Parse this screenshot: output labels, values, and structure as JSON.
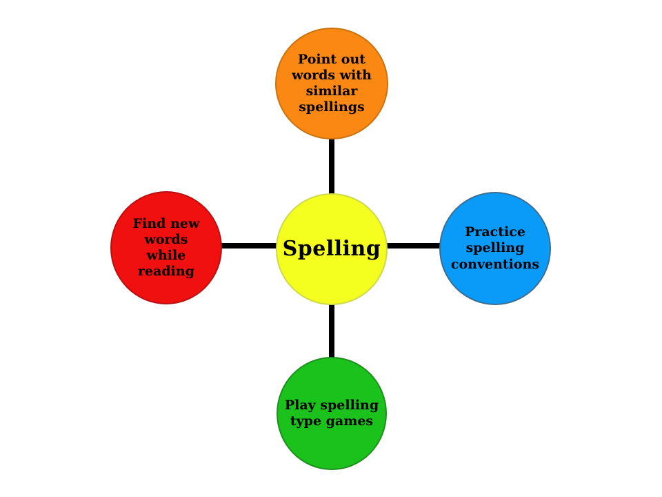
{
  "diagram": {
    "center": {
      "label": "Spelling",
      "fill": "#f5ff1f",
      "stroke": "#cdd84a"
    },
    "top": {
      "label": "Point out\nwords with\nsimilar\nspellings",
      "fill": "#fb8812",
      "stroke": "#c9730f"
    },
    "right": {
      "label": "Practice\nspelling\nconventions",
      "fill": "#0a9af8",
      "stroke": "#3c6e92"
    },
    "bottom": {
      "label": "Play spelling\ntype games",
      "fill": "#1cc21c",
      "stroke": "#1c8f1c"
    },
    "left": {
      "label": "Find new\nwords\nwhile\nreading",
      "fill": "#f01010",
      "stroke": "#b81010"
    },
    "connector_color": "#000000"
  }
}
